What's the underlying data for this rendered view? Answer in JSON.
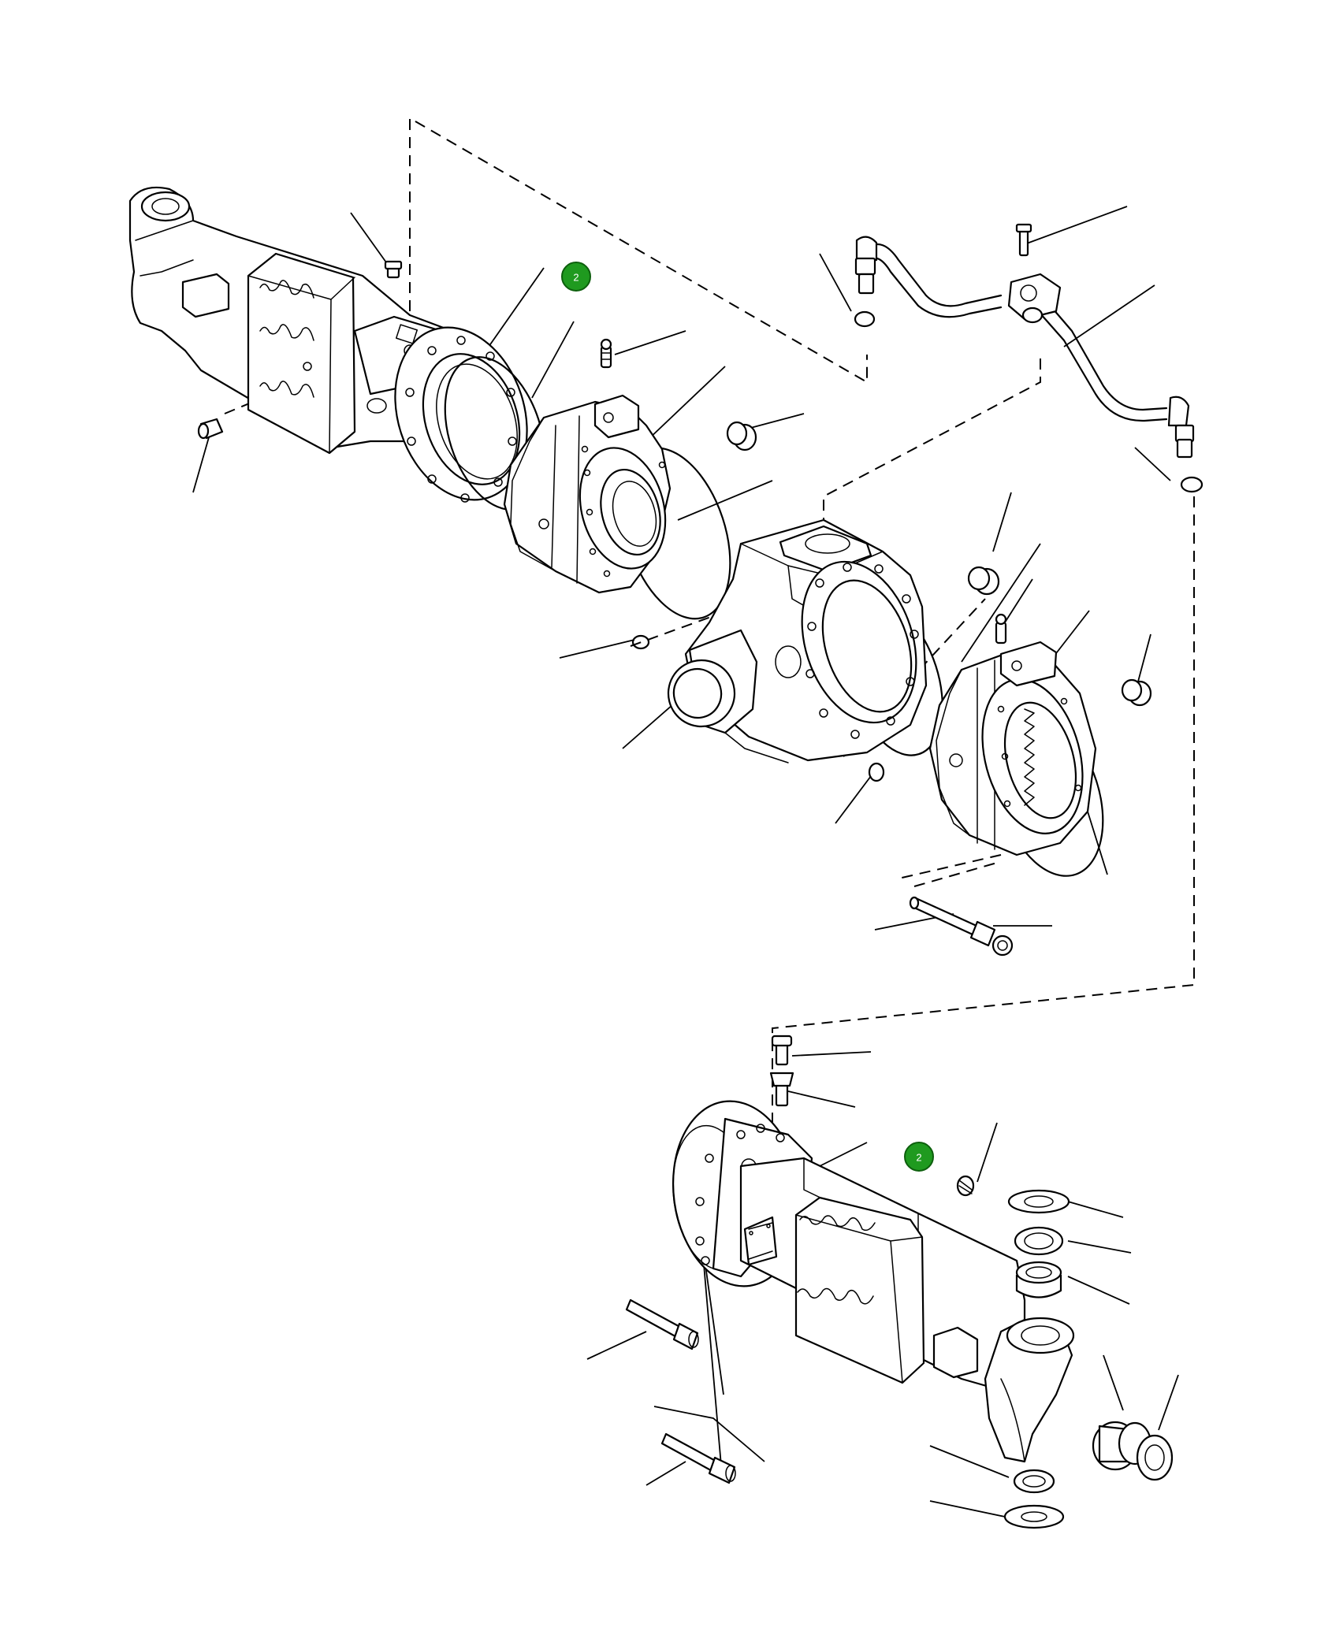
{
  "markers": [
    {
      "id": "marker-top",
      "label": "2"
    },
    {
      "id": "marker-bottom",
      "label": "2"
    }
  ],
  "colors": {
    "marker_fill": "#1f9a1f",
    "line": "#000000",
    "background": "#ffffff"
  }
}
